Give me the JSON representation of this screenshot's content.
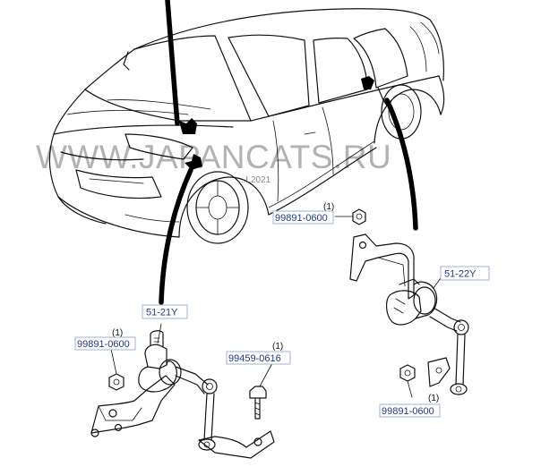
{
  "watermark": "WWW.JAPANCATS.RU",
  "stamp": "...L2021",
  "callouts": {
    "sensor_front": {
      "code": "51-21Y"
    },
    "sensor_rear": {
      "code": "51-22Y"
    },
    "nut_front": {
      "code": "99891-0600",
      "qty": "(1)"
    },
    "bolt_front": {
      "code": "99459-0616",
      "qty": "(1)"
    },
    "nut_rear_upper": {
      "code": "99891-0600",
      "qty": "(1)"
    },
    "nut_rear_lower": {
      "code": "99891-0600",
      "qty": "(1)"
    }
  },
  "colors": {
    "label_text": "#1f3a8a",
    "label_border": "#9db3d9",
    "line": "#111111"
  }
}
